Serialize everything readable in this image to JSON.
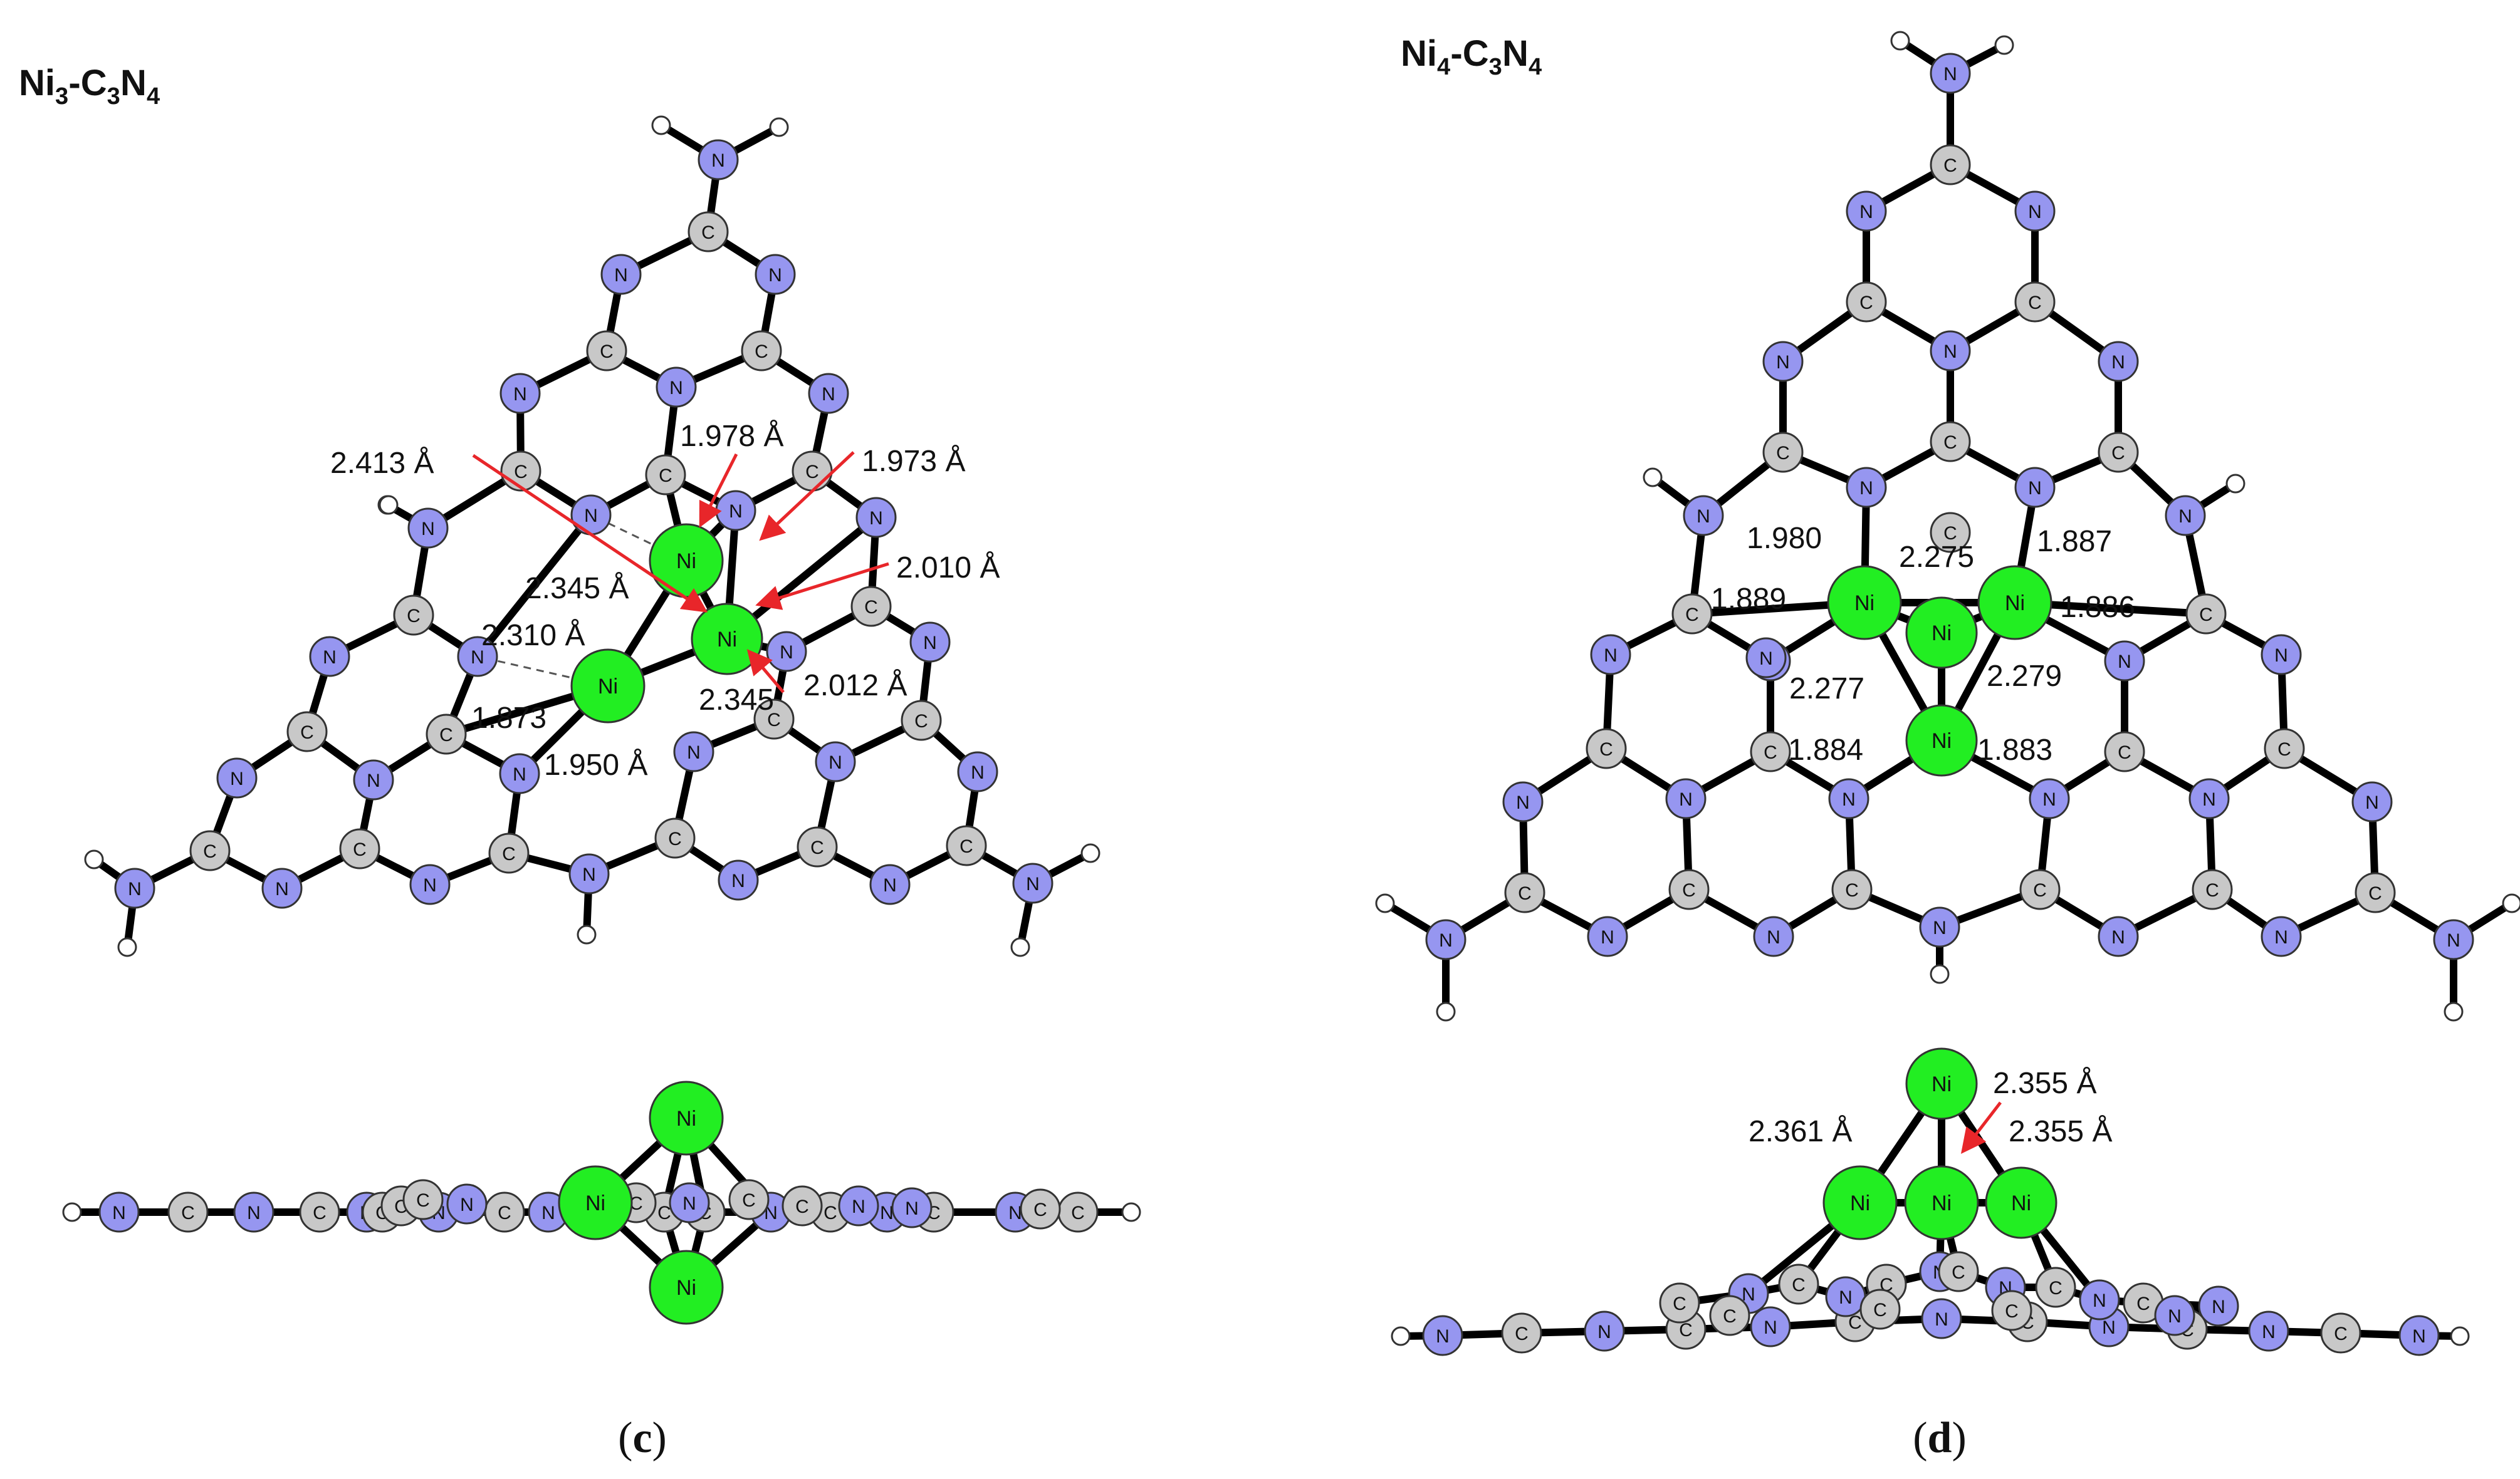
{
  "panels": [
    {
      "id": "c",
      "title": "Ni3-C3N4",
      "title_parts": [
        {
          "text": "Ni",
          "sub": false
        },
        {
          "text": "3",
          "sub": true
        },
        {
          "text": "-C",
          "sub": false
        },
        {
          "text": "3",
          "sub": true
        },
        {
          "text": "N",
          "sub": false
        },
        {
          "text": "4",
          "sub": true
        }
      ],
      "caption": "(c)",
      "caption_letter": "c",
      "top_labels": [
        "2.413 Å",
        "1.978 Å",
        "1.973 Å",
        "2.010 Å",
        "2.345 Å",
        "2.310 Å",
        "2.345",
        "2.012 Å",
        "1.873",
        "1.950 Å"
      ],
      "side_labels": []
    },
    {
      "id": "d",
      "title": "Ni4-C3N4",
      "title_parts": [
        {
          "text": "Ni",
          "sub": false
        },
        {
          "text": "4",
          "sub": true
        },
        {
          "text": "-C",
          "sub": false
        },
        {
          "text": "3",
          "sub": true
        },
        {
          "text": "N",
          "sub": false
        },
        {
          "text": "4",
          "sub": true
        }
      ],
      "caption": "(d)",
      "caption_letter": "d",
      "top_labels": [
        "1.980",
        "2.275",
        "1.887",
        "1.889",
        "1.886",
        "2.277",
        "2.279",
        "1.884",
        "1.883"
      ],
      "side_labels": [
        "2.355 Å",
        "2.355 Å",
        "2.361 Å"
      ]
    }
  ],
  "atom_symbols": {
    "nitrogen": "N",
    "carbon": "C",
    "nickel": "Ni",
    "hydrogen": ""
  },
  "colors": {
    "nitrogen": "#9696f0",
    "carbon": "#c8c8c8",
    "nickel": "#22ee22",
    "hydrogen": "#ffffff",
    "bond": "#000000",
    "arrow": "#e8262a",
    "text": "#111111"
  }
}
